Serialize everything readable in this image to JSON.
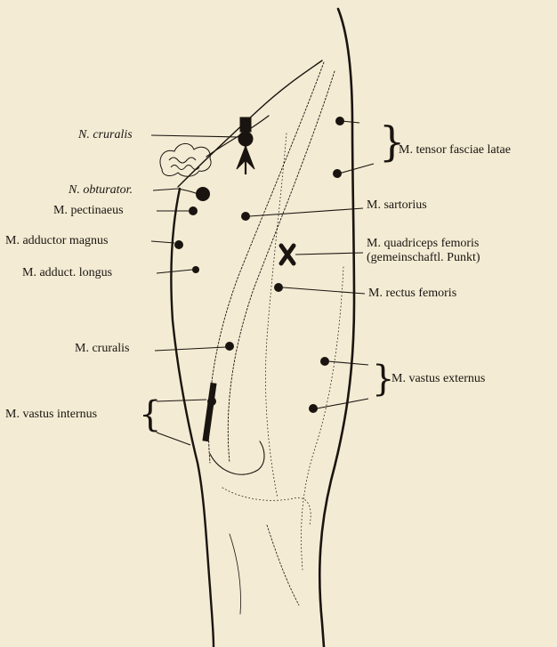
{
  "labels": {
    "n_cruralis": "N. cruralis",
    "tensor_fasciae_latae": "M. tensor fasciae latae",
    "n_obturator": "N. obturator.",
    "pectinaeus": "M. pectinaeus",
    "sartorius": "M. sartorius",
    "adductor_magnus": "M. adductor magnus",
    "quadriceps_line1": "M. quadriceps femoris",
    "quadriceps_line2": "(gemeinschaftl. Punkt)",
    "adduct_longus": "M. adduct. longus",
    "rectus_femoris": "M. rectus femoris",
    "cruralis": "M. cruralis",
    "vastus_externus": "M. vastus externus",
    "vastus_internus": "M. vastus internus"
  },
  "colors": {
    "paper": "#f3ebd3",
    "ink": "#1a1410"
  }
}
